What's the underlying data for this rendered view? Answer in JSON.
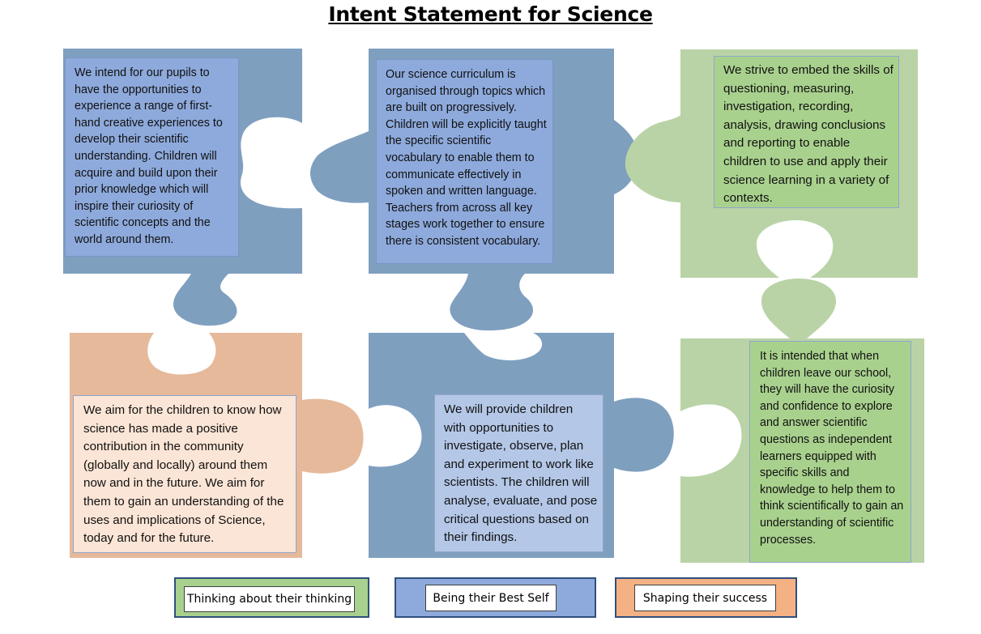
{
  "title": "Intent Statement for Science",
  "colors": {
    "blue_piece": "#7f9fbf",
    "green_piece": "#b9d3a6",
    "peach_piece": "#e6b99b",
    "blue_text_box": "#8eaadc",
    "green_text_box": "#a9d18e",
    "peach_text_box": "#fbe5d6",
    "light_blue_text_box": "#b4c7e7",
    "legend_green": "#a9d18e",
    "legend_blue": "#8eaadc",
    "legend_orange": "#f4b183"
  },
  "pieces": {
    "top_left": "We intend for our pupils to have the opportunities to experience  a range of first-hand creative experiences to develop their scientific understanding. Children will acquire and build upon their prior knowledge which will inspire their curiosity of scientific concepts and the world around them.",
    "top_middle": "Our science curriculum is organised through topics which are built on progressively. Children will be explicitly taught the specific scientific vocabulary to enable them to communicate effectively in spoken and written language. Teachers from across all key stages work together to ensure there is consistent vocabulary.",
    "top_right": "We strive to embed the skills of questioning, measuring, investigation, recording, analysis, drawing conclusions and reporting to enable children to use and apply their science learning in a variety of contexts.",
    "bottom_left": "We aim for the children to know how science has made a positive contribution in the community (globally and locally) around them now and in the future. We aim for them to gain an understanding of the uses and implications of Science, today and for the future.",
    "bottom_middle": "We will provide children with opportunities to investigate, observe, plan and experiment to work like scientists. The children will analyse, evaluate, and pose critical questions based on their findings.",
    "bottom_right": "It is intended that when children leave our school, they will have the curiosity and confidence to explore and answer scientific questions as independent learners equipped with specific skills and knowledge to help them to think scientifically to gain an understanding of scientific processes."
  },
  "legend": {
    "green_label": "Thinking about their thinking",
    "blue_label": "Being their Best Self",
    "orange_label": "Shaping their success"
  }
}
